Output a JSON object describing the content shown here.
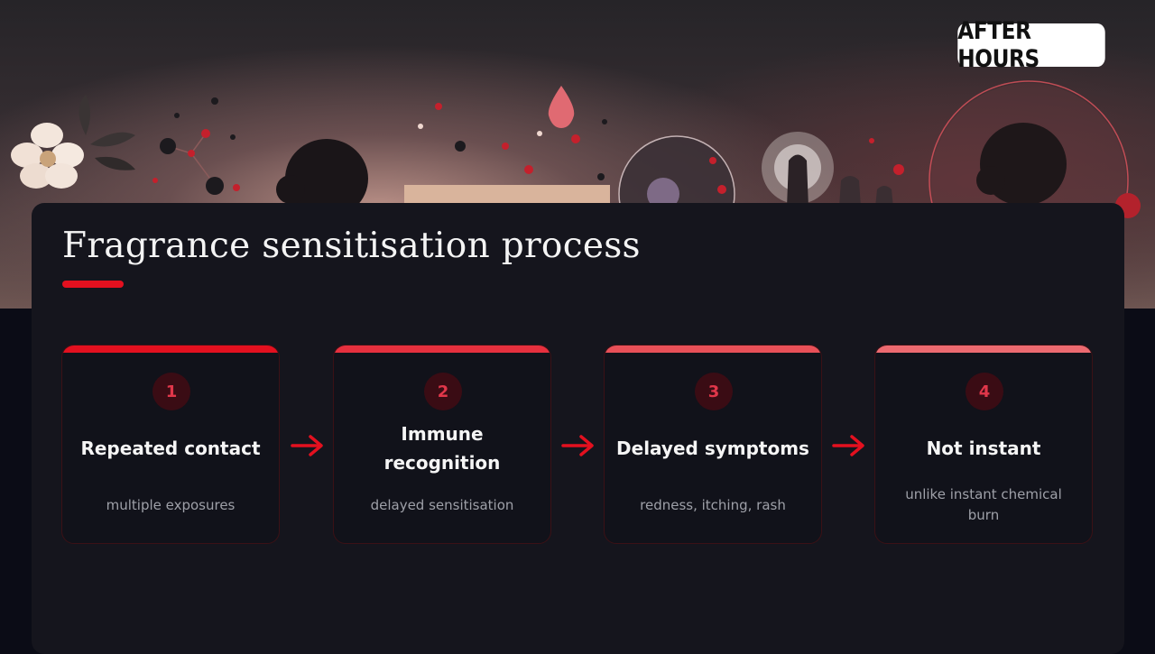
{
  "brand": {
    "label": "AFTER HOURS"
  },
  "slide": {
    "title": "Fragrance sensitisation process"
  },
  "steps": [
    {
      "number": "1",
      "title": "Repeated contact",
      "description": "multiple exposures"
    },
    {
      "number": "2",
      "title": "Immune recognition",
      "description": "delayed sensitisation"
    },
    {
      "number": "3",
      "title": "Delayed symptoms",
      "description": "redness, itching, rash"
    },
    {
      "number": "4",
      "title": "Not instant",
      "description": "unlike instant chemical burn"
    }
  ],
  "colors": {
    "accent": "#e3101f",
    "panel": "#15151d",
    "card": "#11121a",
    "number_bg": "#3a0c14"
  },
  "icons": {
    "connector": "arrow-right-icon"
  }
}
